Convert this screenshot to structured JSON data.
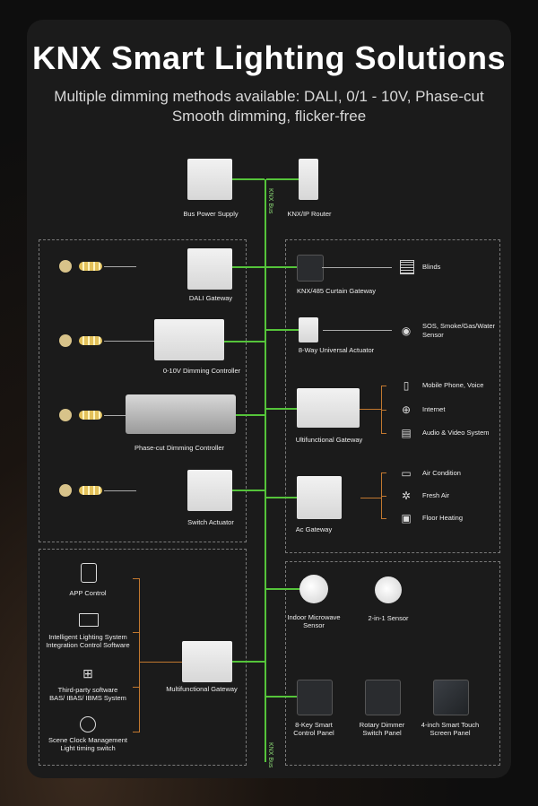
{
  "header": {
    "title": "KNX Smart Lighting Solutions",
    "subtitle_1": "Multiple dimming methods available: DALI, 0/1 - 10V, Phase-cut",
    "subtitle_2": "Smooth dimming, flicker-free"
  },
  "bus": {
    "label_top": "KNX Bus",
    "label_bottom": "KNX Bus"
  },
  "top_devices": {
    "power_supply": "Bus Power Supply",
    "ip_router": "KNX/IP Router"
  },
  "left_group": {
    "dali": "DALI Gateway",
    "dimming_010": "0-10V Dimming Controller",
    "phase_cut": "Phase-cut Dimming Controller",
    "switch": "Switch Actuator"
  },
  "right_group": {
    "curtain": "KNX/485 Curtain Gateway",
    "blinds": "Blinds",
    "universal": "8-Way Universal Actuator",
    "sensor_line1": "SOS, Smoke/Gas/Water",
    "sensor_line2": "Sensor",
    "multi_gw": "Ultifunctional Gateway",
    "mobile": "Mobile Phone, Voice",
    "internet": "Internet",
    "av": "Audio & Video System",
    "ac_gw": "Ac Gateway",
    "air": "Air Condition",
    "fresh": "Fresh Air",
    "floor": "Floor Heating"
  },
  "bottom_left": {
    "app": "APP Control",
    "ils_1": "Intelligent Lighting System",
    "ils_2": "Integration Control Software",
    "third_1": "Third-party software",
    "third_2": "BAS/ IBAS/ IBMS System",
    "scene_1": "Scene Clock Management",
    "scene_2": "Light timing switch",
    "gateway": "Multifunctional Gateway"
  },
  "bottom_right": {
    "microwave_1": "Indoor Microwave",
    "microwave_2": "Sensor",
    "sensor_2in1": "2-in-1 Sensor",
    "panel8_1": "8-Key Smart",
    "panel8_2": "Control Panel",
    "rotary_1": "Rotary Dimmer",
    "rotary_2": "Switch Panel",
    "touch_1": "4-inch Smart Touch",
    "touch_2": "Screen Panel"
  },
  "colors": {
    "bus": "#55c43a",
    "accent_orange": "#c2782f",
    "panel_bg": "#1b1b1b"
  }
}
